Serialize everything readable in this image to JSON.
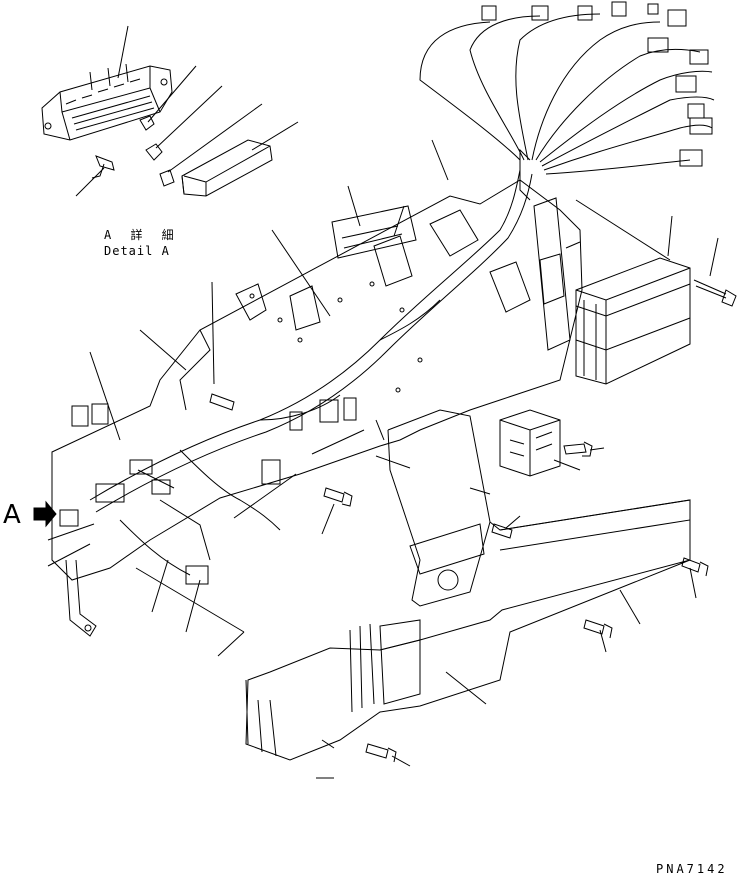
{
  "labels": {
    "detail_a_jp": "A 詳 細",
    "detail_a_en": "Detail A",
    "view_arrow": "A",
    "drawing_number": "PNA7142"
  },
  "colors": {
    "ink": "#000000",
    "paper": "#ffffff"
  }
}
